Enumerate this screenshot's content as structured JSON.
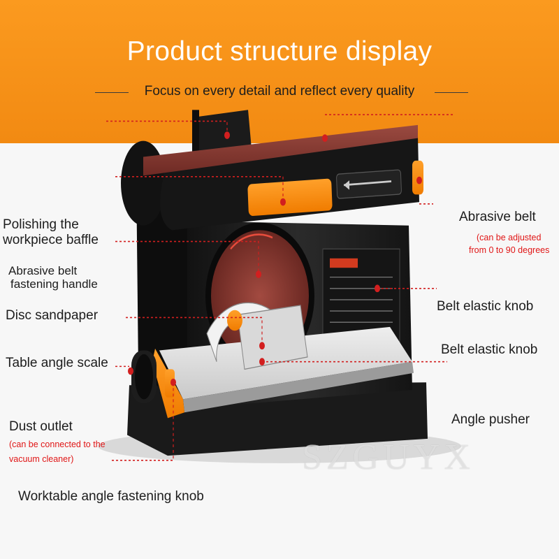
{
  "header": {
    "title": "Product structure display",
    "subtitle": "Focus on every detail and reflect every quality"
  },
  "labels": {
    "baffle_line1": "Polishing the",
    "baffle_line2": "workpiece baffle",
    "belt_handle_line1": "Abrasive belt",
    "belt_handle_line2": "fastening handle",
    "disc": "Disc sandpaper",
    "table_scale": "Table angle scale",
    "dust_outlet": "Dust outlet",
    "dust_note_line1": "(can be connected to the",
    "dust_note_line2": "vacuum cleaner)",
    "worktable_knob": "Worktable angle fastening knob",
    "abrasive_belt": "Abrasive belt",
    "belt_note_line1": "(can be adjusted",
    "belt_note_line2": "from 0 to 90 degrees",
    "belt_knob_1": "Belt elastic knob",
    "belt_knob_2": "Belt elastic knob",
    "angle_pusher": "Angle pusher"
  },
  "watermark": "SZGUYX",
  "colors": {
    "banner": "#f7941d",
    "accent_orange": "#ff8a00",
    "note_red": "#e01616",
    "leader_red": "#d21f1f",
    "body_dark": "#1c1c1c",
    "abrasive": "#8b3a32"
  }
}
